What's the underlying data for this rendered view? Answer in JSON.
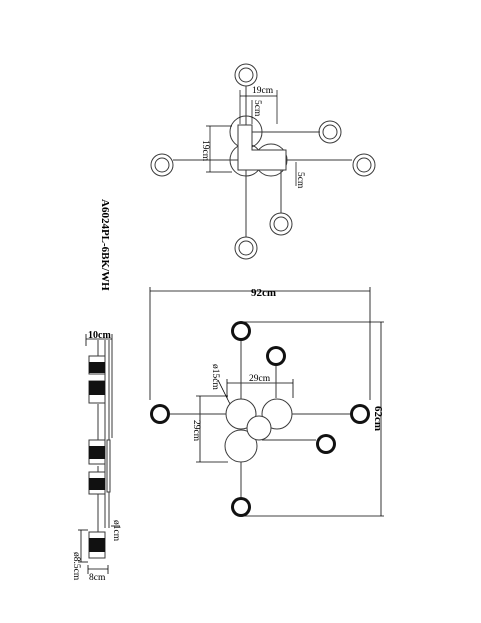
{
  "model_code": "A6024PL-6BK/WH",
  "top_view": {
    "dim_overall_width": "19cm",
    "dim_small_offset_top": "5cm",
    "dim_overall_height": "19cm",
    "dim_small_offset_right": "5cm"
  },
  "plan_view": {
    "dim_total_width": "92cm",
    "dim_total_height": "62cm",
    "dim_disc_diameter": "ø15cm",
    "dim_center_width": "29cm",
    "dim_center_height": "29cm"
  },
  "side_view": {
    "dim_top_depth": "10cm",
    "dim_rod_diameter": "ø1cm",
    "dim_shade_diameter": "ø8.5cm",
    "dim_shade_height": "8cm"
  },
  "colors": {
    "line": "#000000",
    "fixture_line": "#3a3a3a",
    "shade_fill": "#111111"
  }
}
